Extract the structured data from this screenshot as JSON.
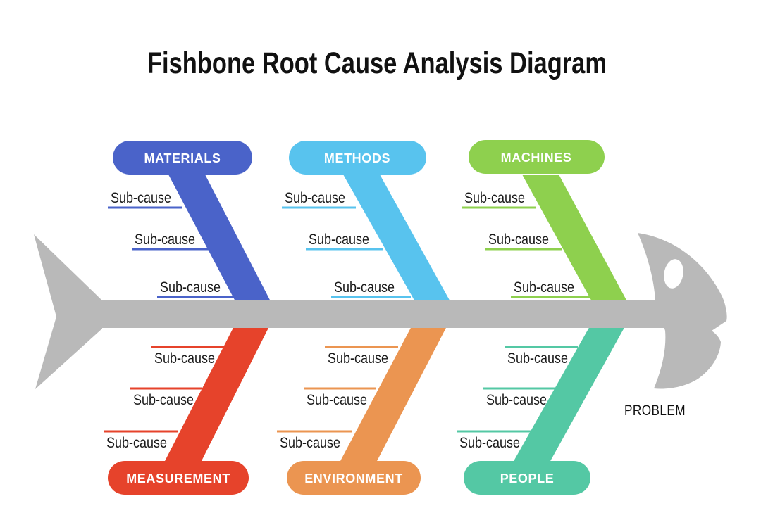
{
  "title": "Fishbone Root Cause Analysis Diagram",
  "problem_label": "PROBLEM",
  "colors": {
    "background": "#ffffff",
    "skeleton": "#b9b9b9",
    "eye": "#ffffff",
    "title_text": "#111111",
    "subcause_text": "#1a1a1a",
    "pill_text": "#ffffff"
  },
  "branches": [
    {
      "label": "MATERIALS",
      "position": "top",
      "color": "#4a63c9",
      "subcauses": [
        "Sub-cause",
        "Sub-cause",
        "Sub-cause"
      ]
    },
    {
      "label": "METHODS",
      "position": "top",
      "color": "#58c3ee",
      "subcauses": [
        "Sub-cause",
        "Sub-cause",
        "Sub-cause"
      ]
    },
    {
      "label": "MACHINES",
      "position": "top",
      "color": "#8ed04e",
      "subcauses": [
        "Sub-cause",
        "Sub-cause",
        "Sub-cause"
      ]
    },
    {
      "label": "MEASUREMENT",
      "position": "bottom",
      "color": "#e6432b",
      "subcauses": [
        "Sub-cause",
        "Sub-cause",
        "Sub-cause"
      ]
    },
    {
      "label": "ENVIRONMENT",
      "position": "bottom",
      "color": "#eb9551",
      "subcauses": [
        "Sub-cause",
        "Sub-cause",
        "Sub-cause"
      ]
    },
    {
      "label": "PEOPLE",
      "position": "bottom",
      "color": "#54c8a4",
      "subcauses": [
        "Sub-cause",
        "Sub-cause",
        "Sub-cause"
      ]
    }
  ]
}
